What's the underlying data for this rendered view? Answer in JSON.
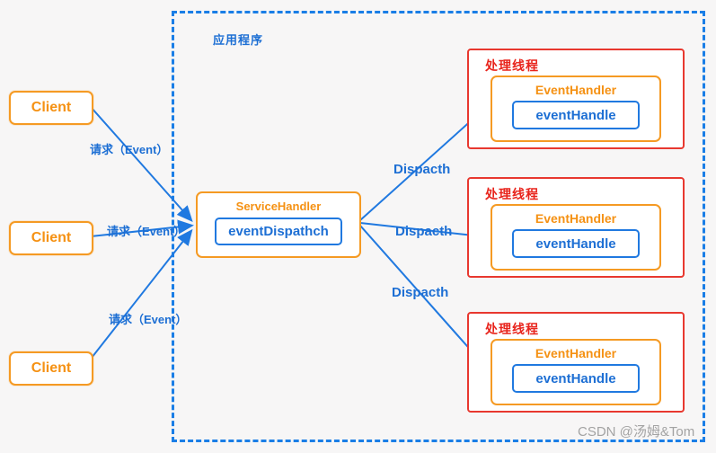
{
  "app_container": {
    "label": "应用程序"
  },
  "clients": [
    {
      "label": "Client"
    },
    {
      "label": "Client"
    },
    {
      "label": "Client"
    }
  ],
  "request_labels": [
    {
      "text": "请求（Event）"
    },
    {
      "text": "请求（Event）"
    },
    {
      "text": "请求（Event）"
    }
  ],
  "service_handler": {
    "title": "ServiceHandler",
    "method": "eventDispathch"
  },
  "dispatch_labels": [
    {
      "text": "Dispacth"
    },
    {
      "text": "Dispacth"
    },
    {
      "text": "Dispacth"
    }
  ],
  "threads": [
    {
      "label": "处理线程",
      "handler_title": "EventHandler",
      "method": "eventHandle"
    },
    {
      "label": "处理线程",
      "handler_title": "EventHandler",
      "method": "eventHandle"
    },
    {
      "label": "处理线程",
      "handler_title": "EventHandler",
      "method": "eventHandle"
    }
  ],
  "watermark": "CSDN @汤姆&Tom",
  "colors": {
    "blue": "#2079e0",
    "dashed_border_blue": "#1a7ee6",
    "orange": "#f59a23",
    "red": "#e8382f",
    "watermark_gray": "#a3a3a3"
  }
}
